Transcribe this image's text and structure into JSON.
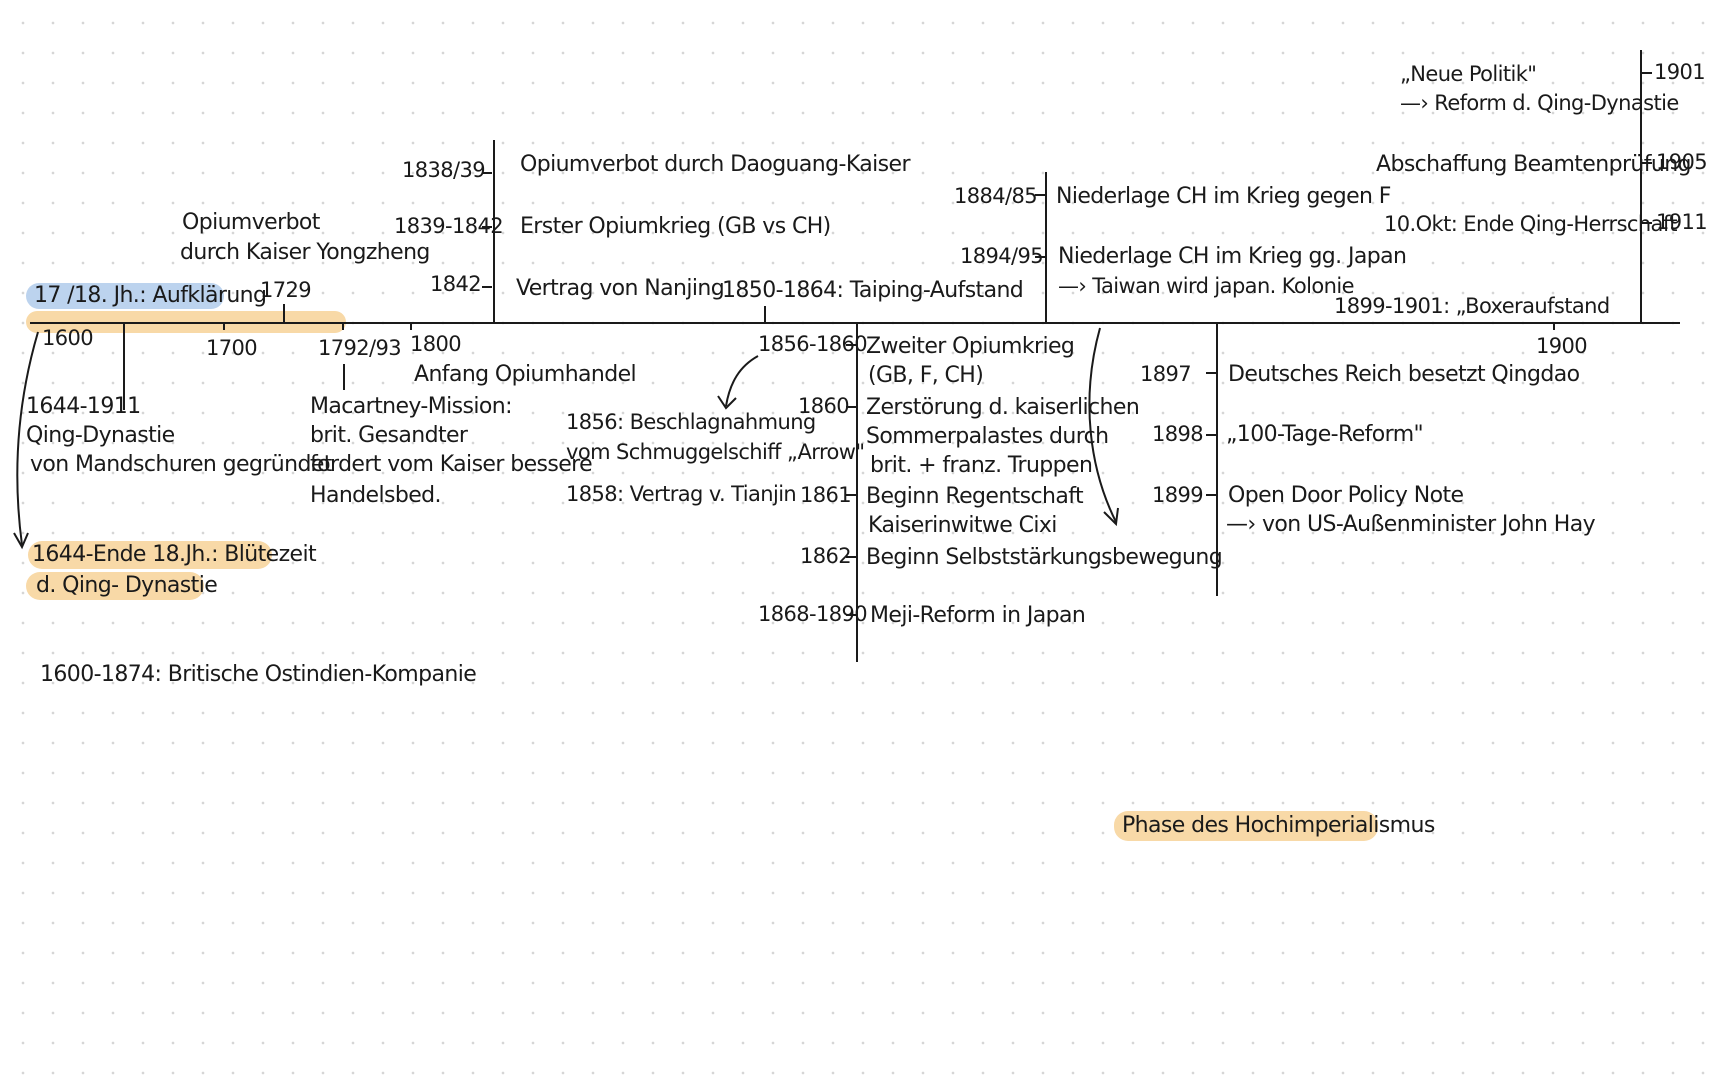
{
  "main_axis": {
    "aufklaerung": "17 /18. Jh.: Aufklärung",
    "y1600": "1600",
    "y1700": "1700",
    "y1729": "1729",
    "y1792": "1792/93",
    "y1800": "1800",
    "y1900": "1900",
    "opiumverbot_yongzheng": [
      "Opiumverbot",
      "durch Kaiser Yongzheng"
    ],
    "qing_years": "1644-1911",
    "qing_desc": [
      "Qing-Dynastie",
      "von Mandschuren gegründet"
    ],
    "bluetezeit": [
      "1644-Ende 18.Jh.: Blütezeit",
      "d. Qing- Dynastie"
    ],
    "ostindien": "1600-1874: Britische Ostindien-Kompanie",
    "macartney": [
      "Macartney-Mission:",
      "brit. Gesandter",
      "fordert vom Kaiser bessere",
      "Handelsbed."
    ],
    "opiumhandel": "Anfang Opiumhandel"
  },
  "opium_group": {
    "y1838": "1838/39",
    "y1839": "1839-1842",
    "y1842": "1842",
    "e1838": "Opiumverbot durch Daoguang-Kaiser",
    "e1839": "Erster Opiumkrieg (GB vs CH)",
    "e1842": "Vertrag von Nanjing",
    "taiping": "1850-1864: Taiping-Aufstand",
    "arrow": [
      "1856: Beschlagnahmung",
      "vom Schmuggelschiff „Arrow\""
    ],
    "tianjin": "1858: Vertrag v. Tianjin"
  },
  "mid_group": {
    "y1856": "1856-1860",
    "y1860": "1860",
    "y1861": "1861",
    "y1862": "1862",
    "y1868": "1868-1890",
    "e1856": [
      "Zweiter Opiumkrieg",
      "(GB, F, CH)"
    ],
    "e1860": [
      "Zerstörung d. kaiserlichen",
      "Sommerpalastes durch",
      "brit. + franz. Truppen"
    ],
    "e1861": [
      "Beginn Regentschaft",
      "Kaiserinwitwe Cixi"
    ],
    "e1862": "Beginn Selbststärkungsbewegung",
    "e1868": "Meji-Reform in Japan"
  },
  "upper_right": {
    "y1884": "1884/85",
    "y1894": "1894/95",
    "e1884": "Niederlage CH im Krieg gegen F",
    "e1894": [
      "Niederlage CH im Krieg gg. Japan",
      "—› Taiwan wird japan. Kolonie"
    ],
    "boxer": "1899-1901: „Boxeraufstand",
    "neue_politik": [
      "„Neue Politik\"",
      "—› Reform d. Qing-Dynastie"
    ],
    "beamten": "Abschaffung Beamtenprüfung",
    "ende_qing": "10.Okt: Ende Qing-Herrschaft",
    "y1901": "1901",
    "y1905": "1905",
    "y1911": "1911"
  },
  "lower_right": {
    "y1897": "1897",
    "y1898": "1898",
    "y1899": "1899",
    "e1897": "Deutsches Reich besetzt Qingdao",
    "e1898": "„100-Tage-Reform\"",
    "e1899": [
      "Open Door Policy Note",
      "—› von US-Außenminister John Hay"
    ]
  },
  "phase": "Phase des Hochimperialismus",
  "colors": {
    "blue_highlight": "#bcd3ee",
    "orange_highlight": "#f8d9a7",
    "ink": "#1a1a1a"
  }
}
